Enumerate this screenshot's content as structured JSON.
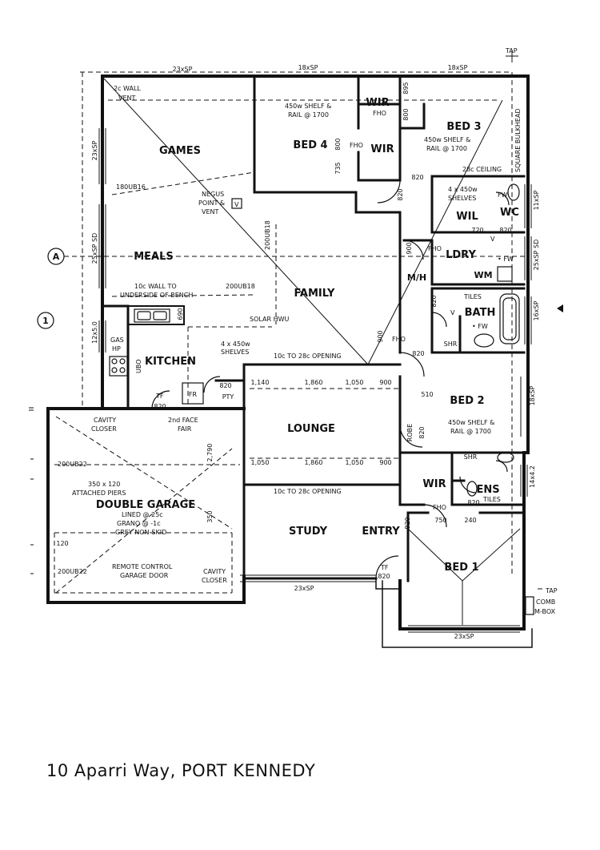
{
  "caption": "10 Aparri Way, PORT KENNEDY",
  "rooms": {
    "games": "GAMES",
    "bed4": "BED 4",
    "bed3": "BED 3",
    "meals": "MEALS",
    "family": "FAMILY",
    "kitchen": "KITCHEN",
    "lounge": "LOUNGE",
    "bed2": "BED 2",
    "double_garage": "DOUBLE GARAGE",
    "study": "STUDY",
    "entry": "ENTRY",
    "bed1": "BED 1",
    "bath": "BATH",
    "ldry": "LDRY",
    "wil": "WIL",
    "wc": "WC",
    "wir_top": "WIR",
    "wir_mid": "WIR",
    "wir_bed1": "WIR",
    "ens": "ENS",
    "mh": "M/H",
    "wm": "WM",
    "robe": "ROBE",
    "shr_bath": "SHR",
    "shr_ens": "SHR",
    "pty": "PTY",
    "fr": "FR"
  },
  "labels": {
    "wall_vent_1": "2c WALL",
    "wall_vent_2": "VENT",
    "shelf_rail_1a": "450w SHELF &",
    "shelf_rail_1b": "RAIL @ 1700",
    "shelf_rail_2a": "450w SHELF &",
    "shelf_rail_2b": "RAIL @ 1700",
    "shelf_rail_3a": "450w SHELF &",
    "shelf_rail_3b": "RAIL @ 1700",
    "square_bulkhead": "SQUARE BULKHEAD",
    "ceiling_28c": "28c CEILING",
    "shelves_a_1": "4 x 450w",
    "shelves_a_2": "SHELVES",
    "shelves_b_1": "4 x 450w",
    "shelves_b_2": "SHELVES",
    "beam_180ub16": "180UB16",
    "negus_1": "NEGUS",
    "negus_2": "POINT &",
    "negus_3": "VENT",
    "beam_200ub18_v": "200UB18",
    "beam_200ub18_h": "200UB18",
    "wall_to_bench_1": "10c WALL TO",
    "wall_to_bench_2": "UNDERSIDE OF BENCH",
    "solar_hwu": "SOLAR HWU",
    "gas_1": "GAS",
    "gas_2": "HP",
    "ubo": "UBO",
    "opening_top": "10c TO 28c OPENING",
    "opening_bottom": "10c TO 28c OPENING",
    "cavity_closer_1": "CAVITY",
    "cavity_closer_2": "CLOSER",
    "cavity_closer_3": "CAVITY",
    "cavity_closer_4": "CLOSER",
    "face_fair_1": "2nd FACE",
    "face_fair_2": "FAIR",
    "beam_200ub22_a": "200UB22",
    "beam_200ub22_b": "200UB22",
    "piers_1": "350 x 120",
    "piers_2": "ATTACHED PIERS",
    "garage_1": "LINED @ 25c",
    "garage_2": "GRANO @ -1c",
    "garage_3": "GREY NON-SKID",
    "remote_1": "REMOTE CONTROL",
    "remote_2": "GARAGE DOOR",
    "tiles_bath": "TILES",
    "tiles_ens": "TILES",
    "fw_1": "FW",
    "fw_2": "• FW",
    "fw_3": "• FW",
    "fho_1": "FHO",
    "fho_2": "FHO",
    "fho_3": "FHO",
    "fho_4": "FHO",
    "fho_5": "FHO",
    "tf_1": "TF",
    "tf_2": "TF",
    "v_1": "V",
    "v_2": "V",
    "v_3": "V",
    "tap_1": "TAP",
    "tap_2": "TAP",
    "comb_1": "COMB",
    "comb_2": "M-BOX",
    "grid_a": "A",
    "grid_1": "1"
  },
  "dimensions": {
    "top_left": "23xSP",
    "top_mid": "18xSP",
    "top_right": "18xSP",
    "left_upper": "23xSP",
    "left_mid": "25xSP SD",
    "left_lower": "12x5.0",
    "right_1": "11xSP",
    "right_2": "25xSP SD",
    "right_3": "16xSP",
    "right_4": "18xSP",
    "right_5": "14x4.2",
    "bottom_study": "23xSP",
    "bottom_bed1": "23xSP",
    "d895": "895",
    "d800a": "800",
    "d800b": "800",
    "d735": "735",
    "d820_1": "820",
    "d820_2": "820",
    "d820_3": "820",
    "d820_4": "820",
    "d820_5": "820",
    "d820_6": "820",
    "d820_7": "820",
    "d820_8": "820",
    "d820_9": "820",
    "d820_10": "820",
    "d820_11": "820",
    "d720": "720",
    "d900_1": "900",
    "d900_2": "900",
    "d690": "690",
    "d1140": "1,140",
    "d1860": "1,860",
    "d1050": "1,050",
    "d900_3": "900",
    "d1050b": "1,050",
    "d1860b": "1,860",
    "d1050c": "1,050",
    "d900_4": "900",
    "d2790": "2,790",
    "d350": "350",
    "d120": "120",
    "d510": "510",
    "d750": "750",
    "d240": "240"
  }
}
